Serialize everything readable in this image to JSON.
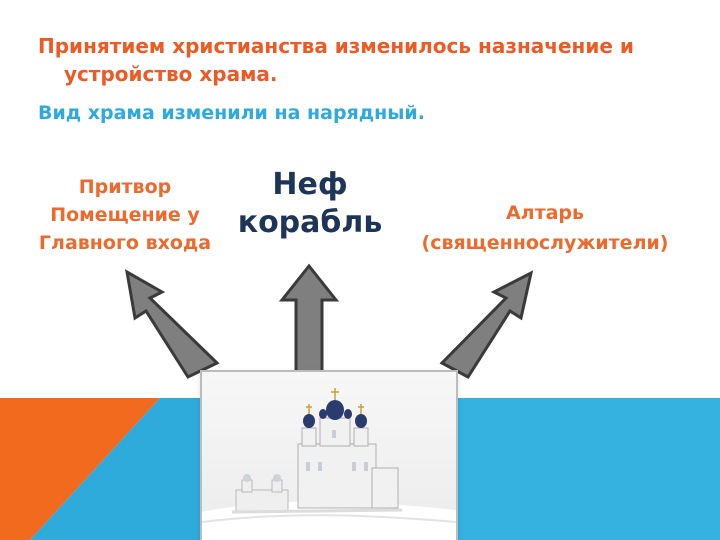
{
  "slide": {
    "heading": "Принятием христианства изменилось назначение и устройство храма.",
    "subheading": "Вид храма изменили на нарядный.",
    "labels": {
      "left": [
        "Притвор",
        "Помещение у",
        "Главного входа"
      ],
      "center": [
        "Неф",
        "корабль"
      ],
      "right": [
        "Алтарь",
        "(священнослужители)"
      ]
    },
    "photo": {
      "subject": "church-in-snow"
    }
  },
  "colors": {
    "orange": "#ee6a2c",
    "blue": "#2eaadb",
    "dark_blue": "#1d3557",
    "arrow_fill": "#7f7f7f",
    "arrow_stroke": "#3a3a3a"
  }
}
